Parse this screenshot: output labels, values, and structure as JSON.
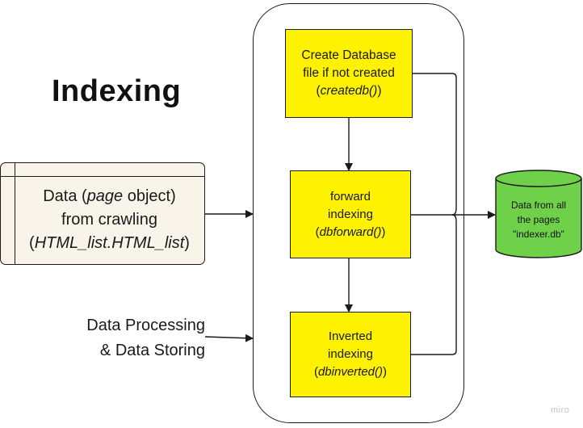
{
  "title": "Indexing",
  "data_card": {
    "line1_pre": "Data (",
    "line1_em": "page",
    "line1_post": " object)",
    "line2": "from crawling",
    "line3_open": "(",
    "line3_em": "HTML_list.HTML_list",
    "line3_close": ")"
  },
  "process_label": {
    "line1": "Data Processing",
    "line2": "& Data Storing"
  },
  "boxes": {
    "createdb": {
      "line1": "Create Database",
      "line2": "file if not created",
      "open": "(",
      "fn": "createdb()",
      "close": ")"
    },
    "forward": {
      "line1": "forward",
      "line2": "indexing",
      "open": "(",
      "fn": "dbforward()",
      "close": ")"
    },
    "inverted": {
      "line1": "Inverted",
      "line2": "indexing",
      "open": "(",
      "fn": "dbinverted()",
      "close": ")"
    }
  },
  "database": {
    "line1": "Data from all",
    "line2": "the pages",
    "line3": "\"indexer.db\""
  },
  "watermark": "miro",
  "colors": {
    "process_fill": "#fff200",
    "database_fill": "#6fd14a",
    "card_fill": "#f8f4ea",
    "stroke": "#1a1a1a"
  }
}
